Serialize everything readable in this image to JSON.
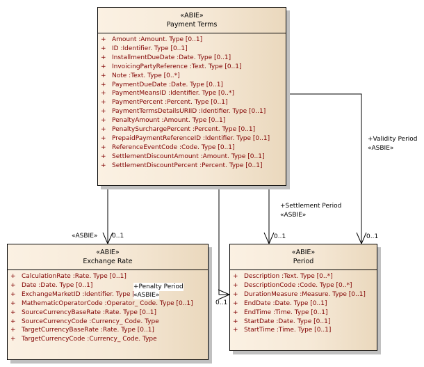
{
  "classes": {
    "payment_terms": {
      "stereotype": "«ABIE»",
      "name": "Payment Terms",
      "attributes": [
        {
          "vis": "+",
          "text": "Amount  :Amount. Type [0..1]"
        },
        {
          "vis": "+",
          "text": "ID  :Identifier. Type [0..1]"
        },
        {
          "vis": "+",
          "text": "InstallmentDueDate  :Date. Type [0..1]"
        },
        {
          "vis": "+",
          "text": "InvoicingPartyReference  :Text. Type [0..1]"
        },
        {
          "vis": "+",
          "text": "Note  :Text. Type [0..*]"
        },
        {
          "vis": "+",
          "text": "PaymentDueDate  :Date. Type [0..1]"
        },
        {
          "vis": "+",
          "text": "PaymentMeansID  :Identifier. Type [0..*]"
        },
        {
          "vis": "+",
          "text": "PaymentPercent  :Percent. Type [0..1]"
        },
        {
          "vis": "+",
          "text": "PaymentTermsDetailsURIID  :Identifier. Type [0..1]"
        },
        {
          "vis": "+",
          "text": "PenaltyAmount  :Amount. Type [0..1]"
        },
        {
          "vis": "+",
          "text": "PenaltySurchargePercent  :Percent. Type [0..1]"
        },
        {
          "vis": "+",
          "text": "PrepaidPaymentReferenceID  :Identifier. Type [0..1]"
        },
        {
          "vis": "+",
          "text": "ReferenceEventCode  :Code. Type [0..1]"
        },
        {
          "vis": "+",
          "text": "SettlementDiscountAmount  :Amount. Type [0..1]"
        },
        {
          "vis": "+",
          "text": "SettlementDiscountPercent  :Percent. Type [0..1]"
        }
      ]
    },
    "exchange_rate": {
      "stereotype": "«ABIE»",
      "name": "Exchange Rate",
      "attributes": [
        {
          "vis": "+",
          "text": "CalculationRate  :Rate. Type [0..1]"
        },
        {
          "vis": "+",
          "text": "Date  :Date. Type [0..1]"
        },
        {
          "vis": "+",
          "text": "ExchangeMarketID  :Identifier. Type [0..1]"
        },
        {
          "vis": "+",
          "text": "MathematicOperatorCode  :Operator_ Code. Type [0..1]"
        },
        {
          "vis": "+",
          "text": "SourceCurrencyBaseRate  :Rate. Type [0..1]"
        },
        {
          "vis": "+",
          "text": "SourceCurrencyCode  :Currency_ Code. Type"
        },
        {
          "vis": "+",
          "text": "TargetCurrencyBaseRate  :Rate. Type [0..1]"
        },
        {
          "vis": "+",
          "text": "TargetCurrencyCode  :Currency_ Code. Type"
        }
      ]
    },
    "period": {
      "stereotype": "«ABIE»",
      "name": "Period",
      "attributes": [
        {
          "vis": "+",
          "text": "Description  :Text. Type [0..*]"
        },
        {
          "vis": "+",
          "text": "DescriptionCode  :Code. Type [0..*]"
        },
        {
          "vis": "+",
          "text": "DurationMeasure  :Measure. Type [0..1]"
        },
        {
          "vis": "+",
          "text": "EndDate  :Date. Type [0..1]"
        },
        {
          "vis": "+",
          "text": "EndTime  :Time. Type [0..1]"
        },
        {
          "vis": "+",
          "text": "StartDate  :Date. Type [0..1]"
        },
        {
          "vis": "+",
          "text": "StartTime  :Time. Type [0..1]"
        }
      ]
    }
  },
  "associations": {
    "exchange_rate": {
      "stereotype": "«ASBIE»",
      "multiplicity": "0..1"
    },
    "penalty_period": {
      "role": "+Penalty Period",
      "stereotype": "«ASBIE»",
      "multiplicity": "0..1"
    },
    "settlement_period": {
      "role": "+Settlement Period",
      "stereotype": "«ASBIE»",
      "multiplicity": "0..1"
    },
    "validity_period": {
      "role": "+Validity Period",
      "stereotype": "«ASBIE»",
      "multiplicity": "0..1"
    }
  }
}
